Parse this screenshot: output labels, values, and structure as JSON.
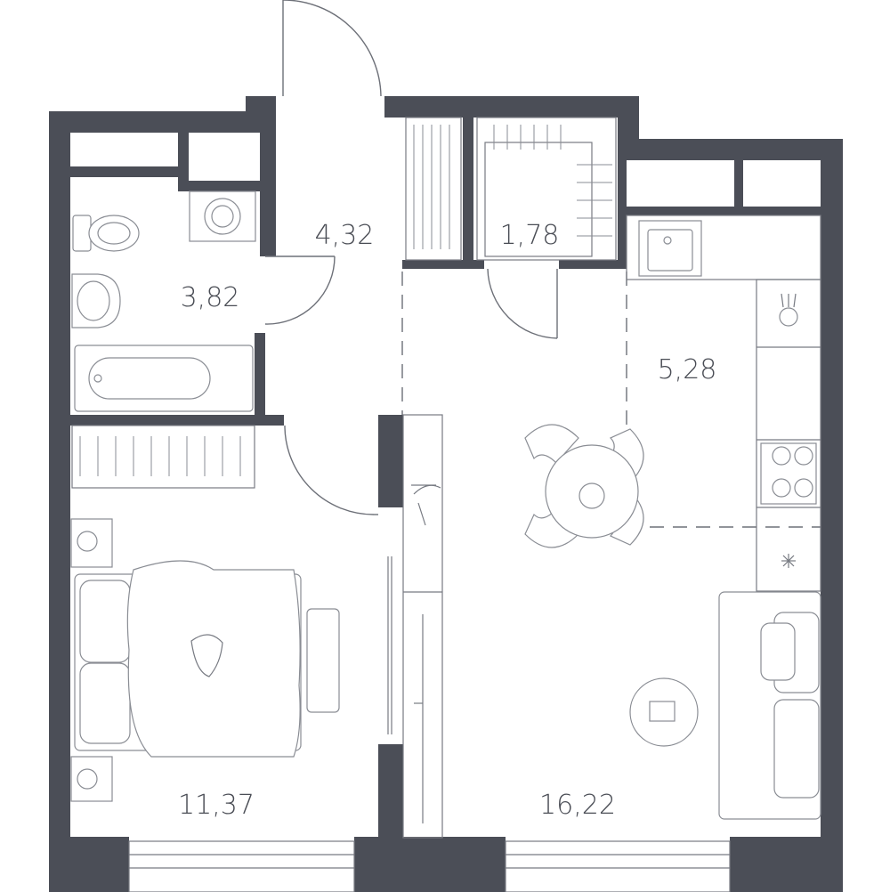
{
  "rooms": {
    "bathroom": {
      "area": "3,82"
    },
    "hallway": {
      "area": "4,32"
    },
    "storage": {
      "area": "1,78"
    },
    "kitchen": {
      "area": "5,28"
    },
    "bedroom": {
      "area": "11,37"
    },
    "living_room": {
      "area": "16,22"
    }
  },
  "colors": {
    "wall": "#4b4e57",
    "line": "#777a82",
    "text": "#4a4d55",
    "background": "#ffffff"
  },
  "icons": [
    "toilet-icon",
    "washing-machine-icon",
    "sink-icon",
    "bathtub-icon",
    "wardrobe-icon",
    "kitchen-sink-icon",
    "stove-icon",
    "dining-table-icon",
    "bed-icon",
    "sofa-icon",
    "coffee-table-icon",
    "plant-icon"
  ]
}
